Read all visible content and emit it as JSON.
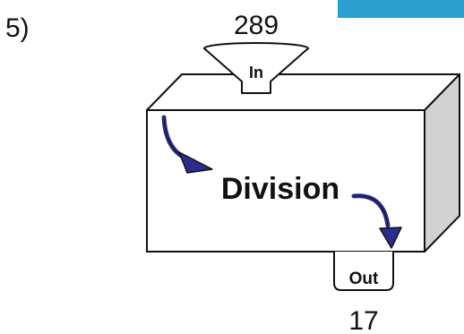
{
  "question_number": "5)",
  "input_value": "289",
  "in_label": "In",
  "operation": "Division",
  "out_label": "Out",
  "output_value": "17",
  "colors": {
    "arrow": "#2b2d8e",
    "box_side": "#d2d2d2",
    "box_front": "#ffffff",
    "outline": "#111111",
    "corner_tab": "#2a9fd0"
  }
}
